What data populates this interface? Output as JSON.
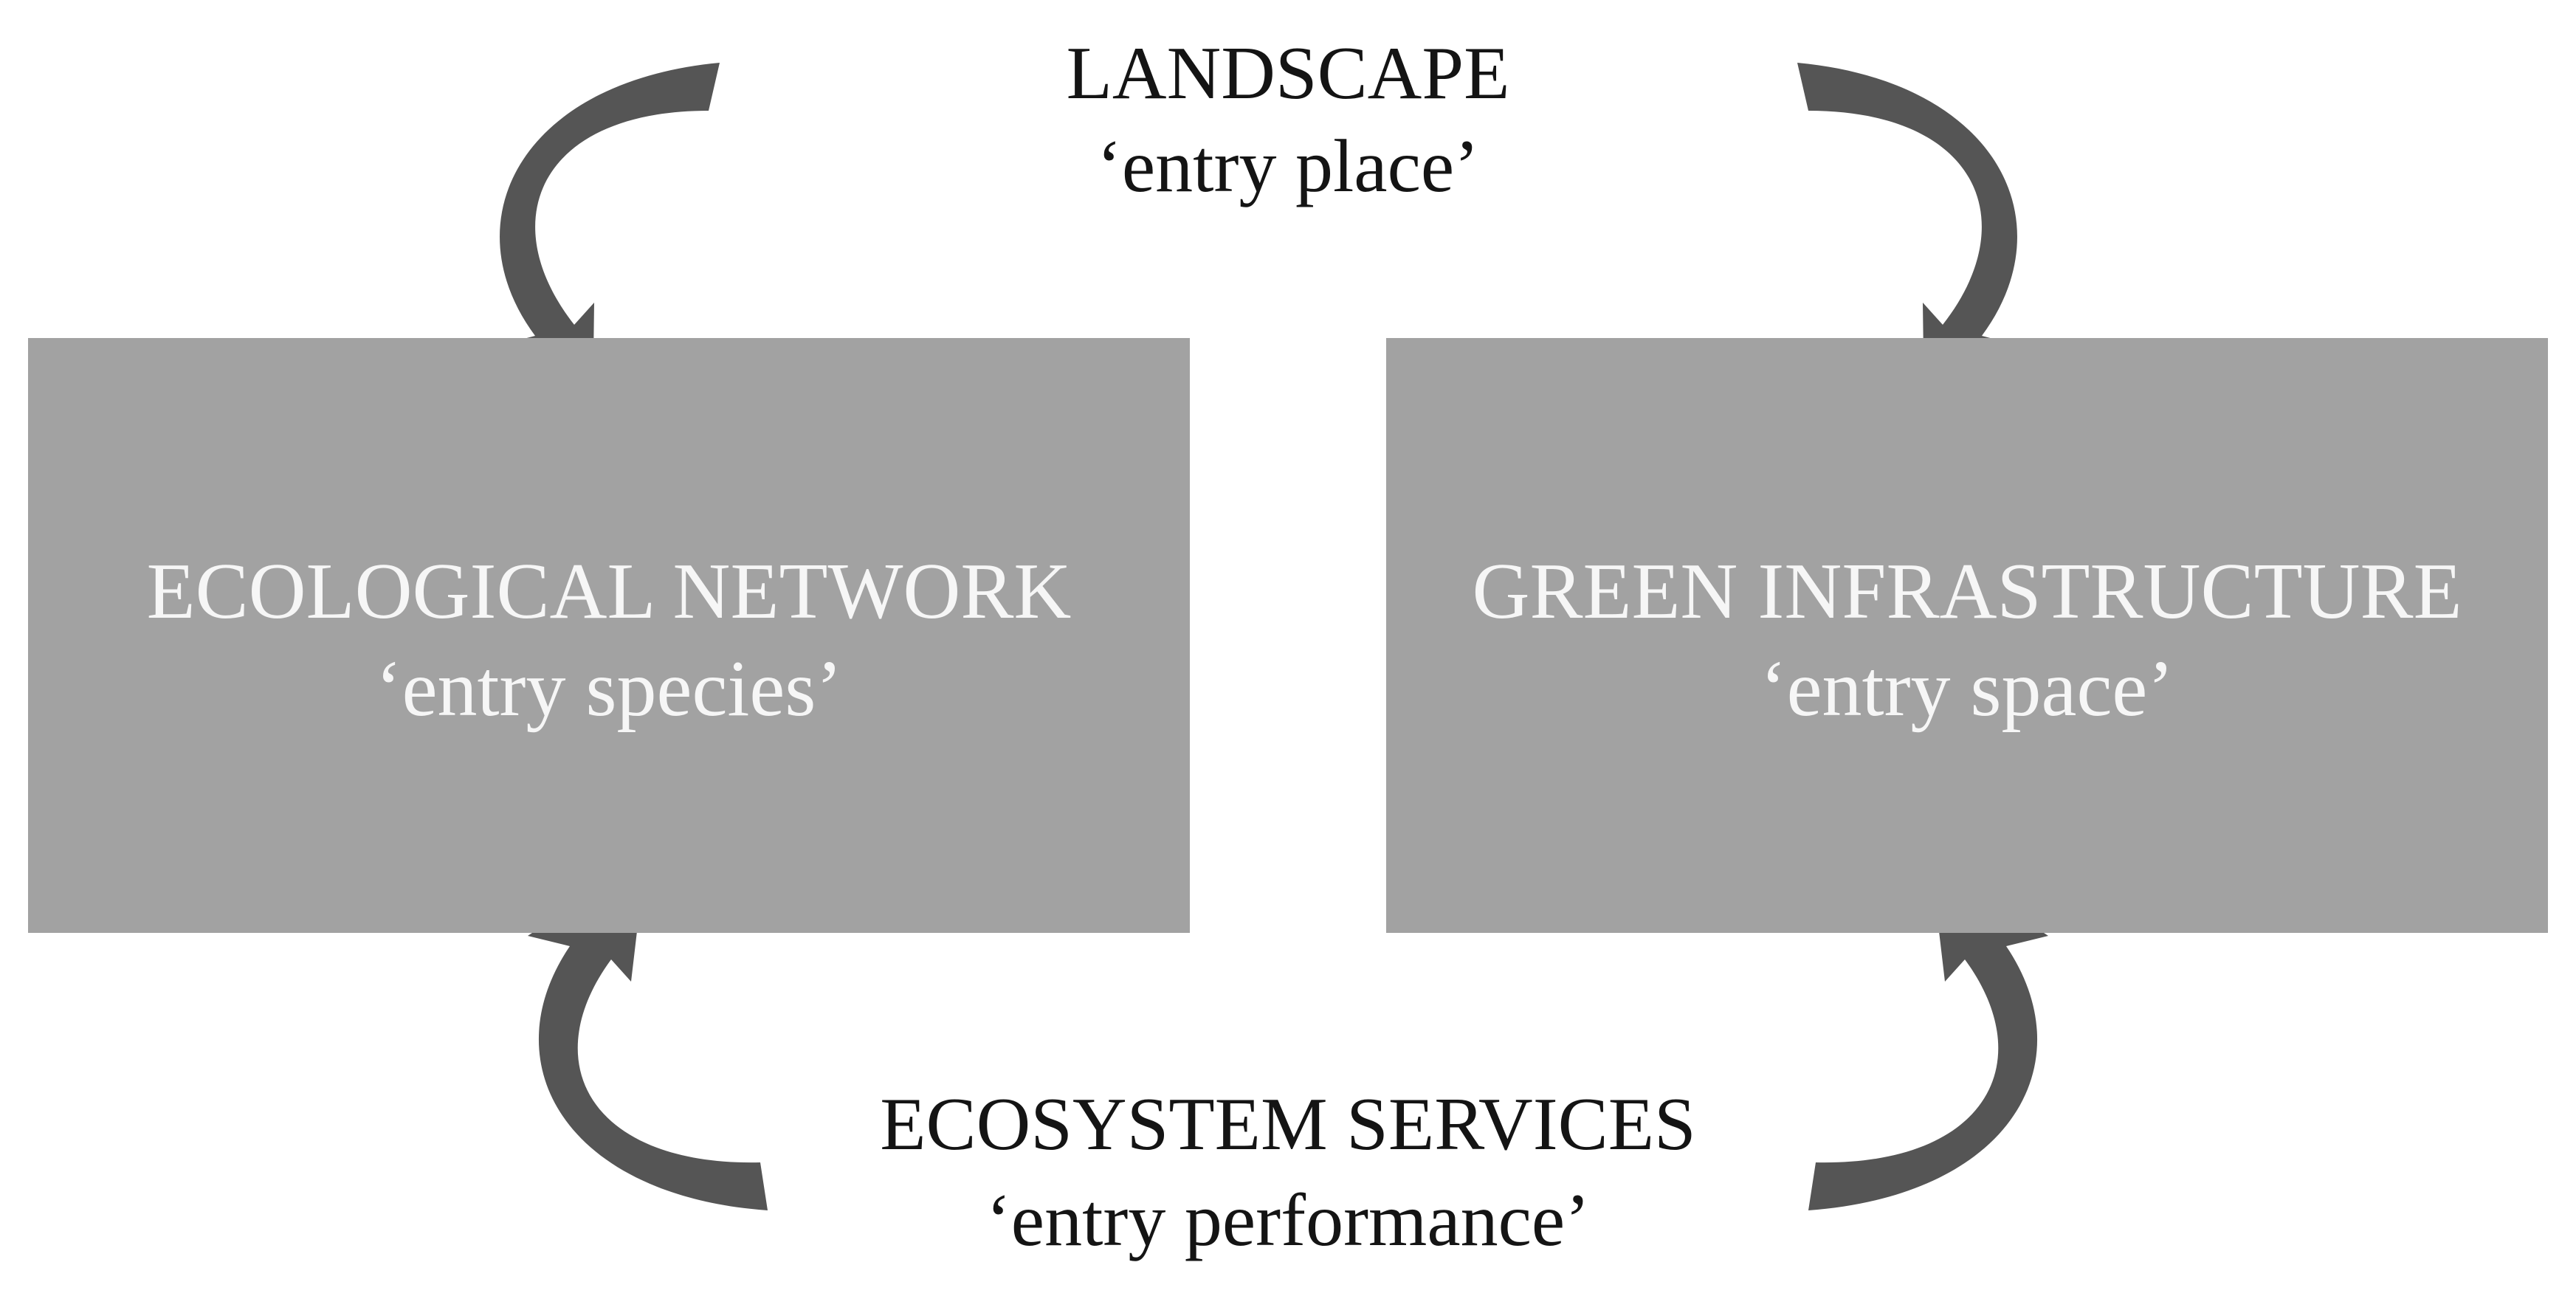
{
  "colors": {
    "box_fill": "#a2a2a2",
    "box_text": "#f6f6f6",
    "outer_text": "#141414",
    "arrow": "#555555"
  },
  "top": {
    "title": "LANDSCAPE",
    "subtitle": "‘entry place’"
  },
  "bottom": {
    "title": "ECOSYSTEM SERVICES",
    "subtitle": "‘entry performance’"
  },
  "boxes": [
    {
      "title": "ECOLOGICAL NETWORK",
      "subtitle": "‘entry species’"
    },
    {
      "title": "GREEN INFRASTRUCTURE",
      "subtitle": "‘entry space’"
    }
  ]
}
